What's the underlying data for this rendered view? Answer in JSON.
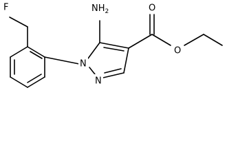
{
  "molecule": {
    "atoms": {
      "fluorine": "F",
      "amine": "NH",
      "amine_subscript": "2",
      "ring_n1": "N",
      "ring_n2": "N",
      "carbonyl_o": "O",
      "ester_o": "O"
    },
    "bond_color": "#000000",
    "background": "#ffffff"
  }
}
